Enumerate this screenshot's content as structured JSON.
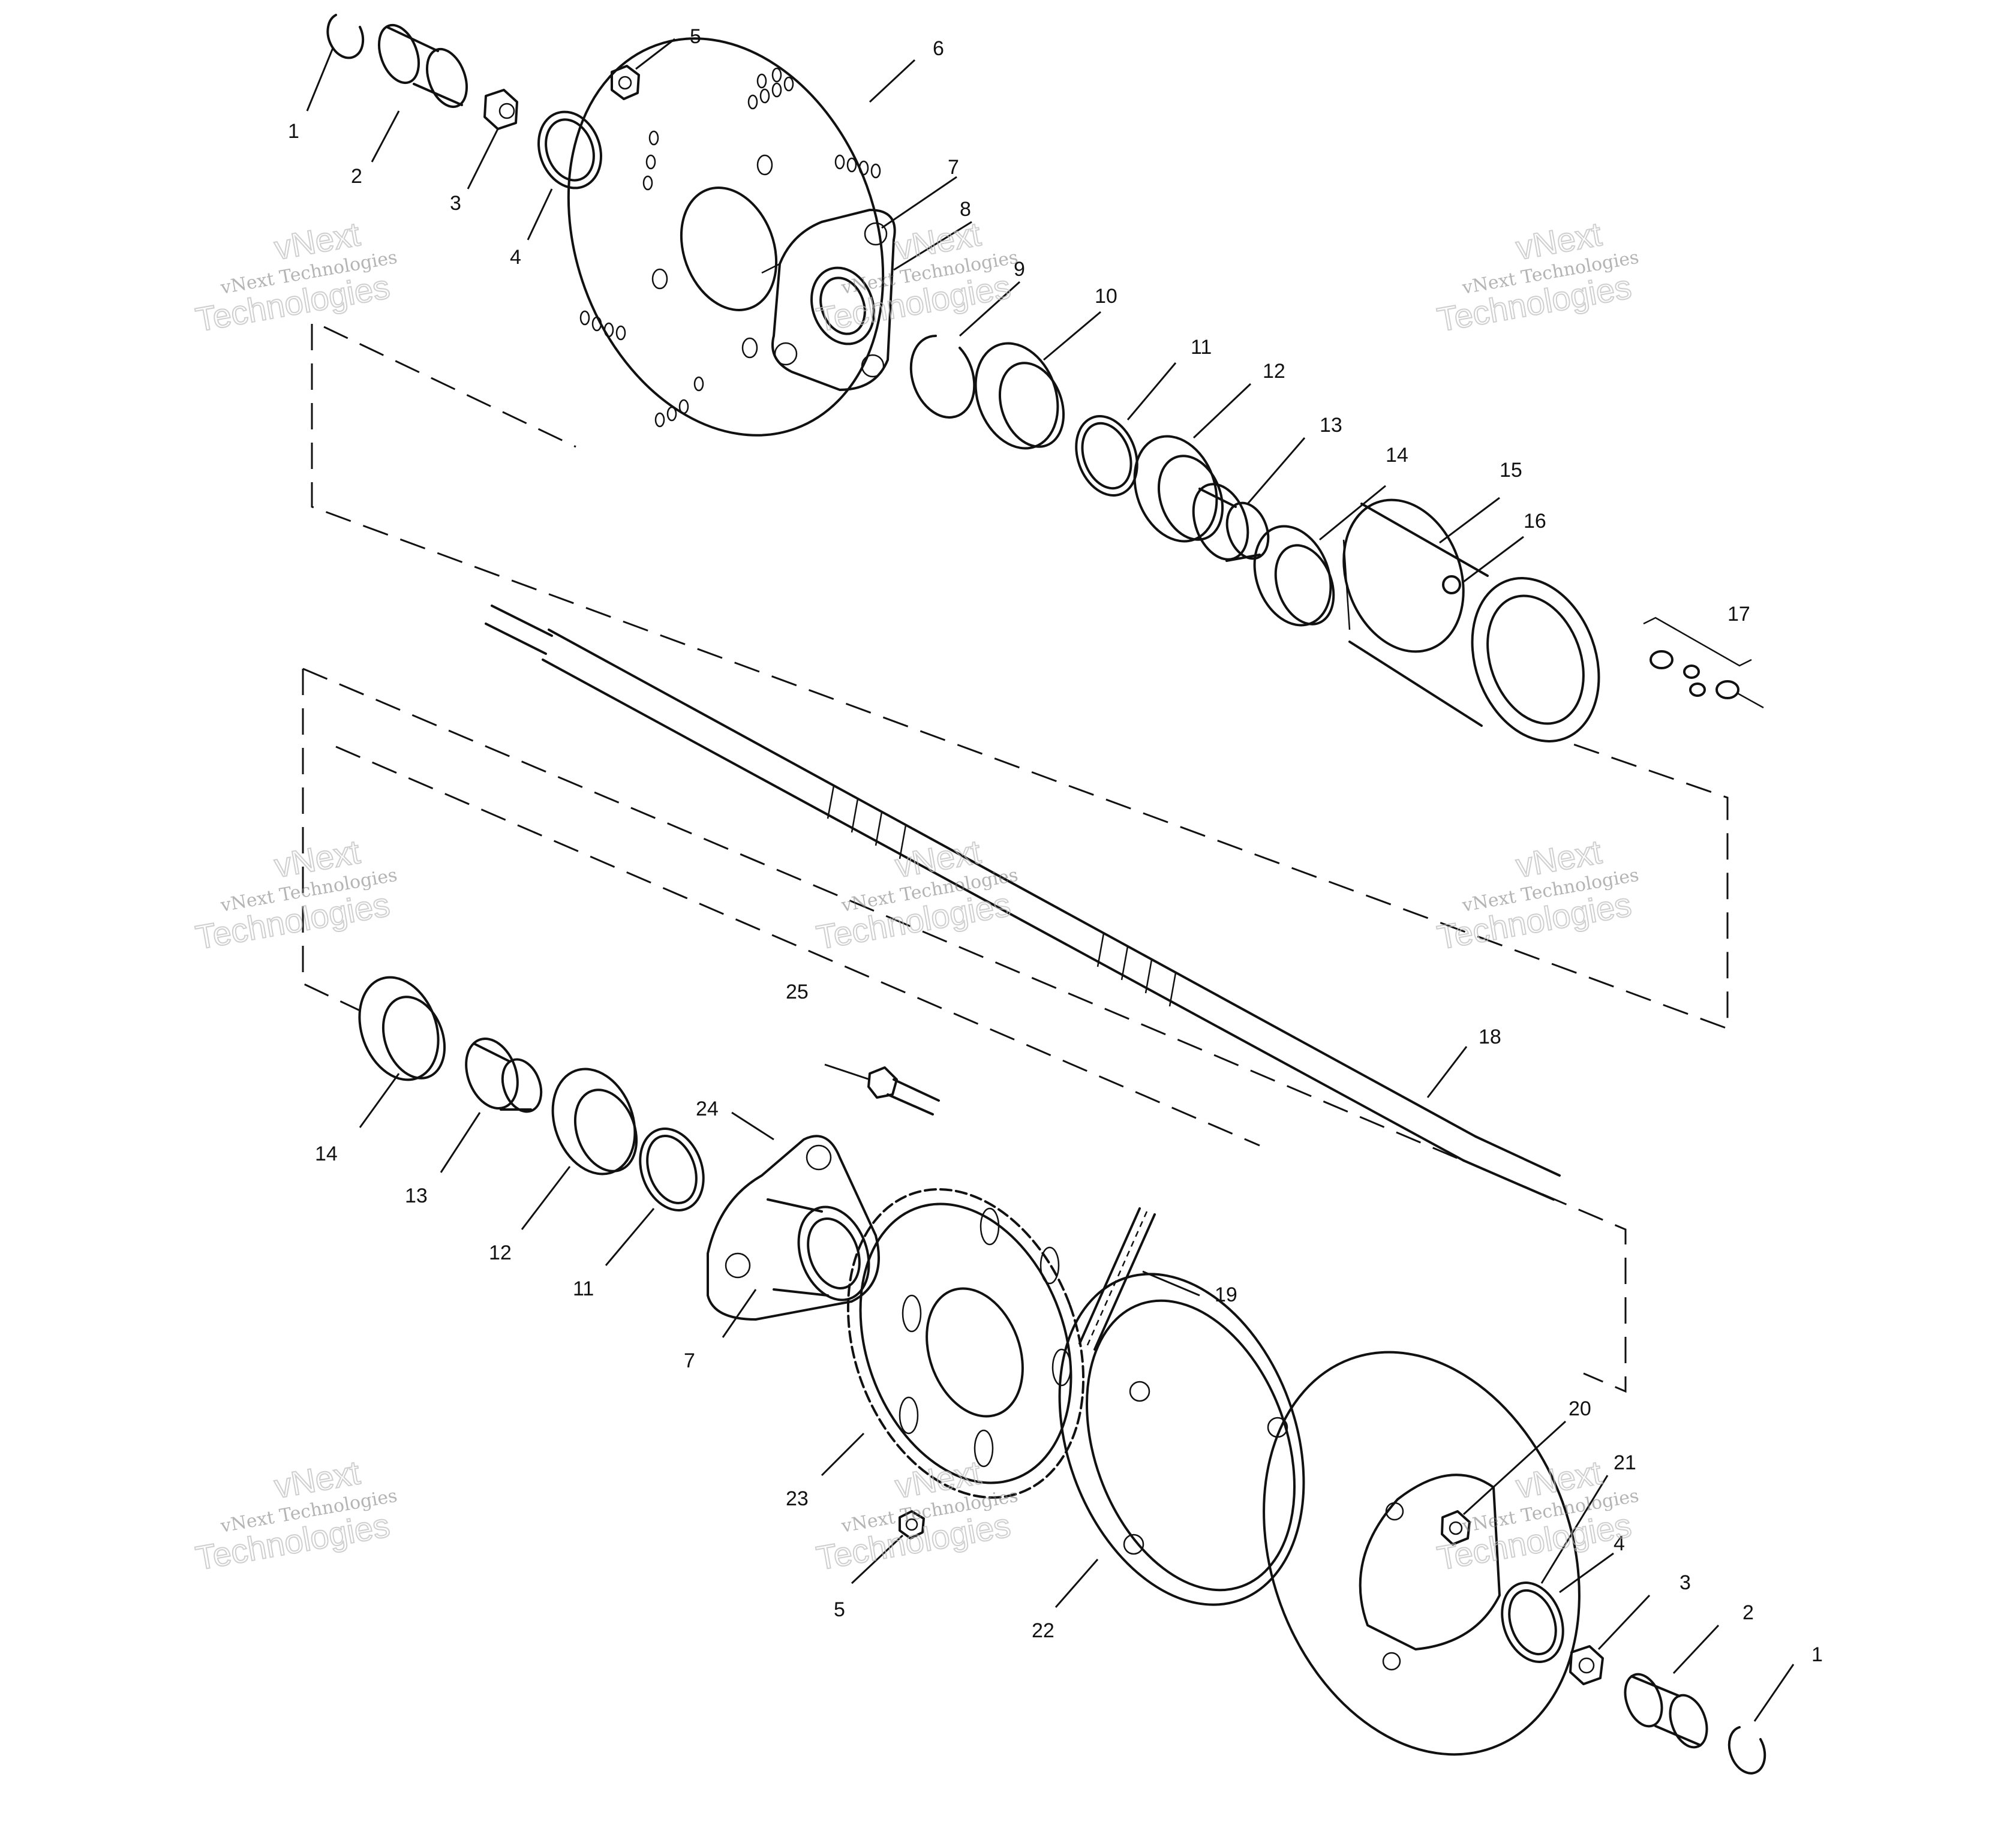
{
  "callouts": {
    "top": [
      {
        "id": "c1a",
        "label": "1"
      },
      {
        "id": "c2a",
        "label": "2"
      },
      {
        "id": "c3a",
        "label": "3"
      },
      {
        "id": "c4a",
        "label": "4"
      },
      {
        "id": "c5a",
        "label": "5"
      },
      {
        "id": "c6",
        "label": "6"
      },
      {
        "id": "c7a",
        "label": "7"
      },
      {
        "id": "c8",
        "label": "8"
      },
      {
        "id": "c9",
        "label": "9"
      },
      {
        "id": "c10",
        "label": "10"
      },
      {
        "id": "c11a",
        "label": "11"
      },
      {
        "id": "c12a",
        "label": "12"
      },
      {
        "id": "c13a",
        "label": "13"
      },
      {
        "id": "c14a",
        "label": "14"
      },
      {
        "id": "c15",
        "label": "15"
      },
      {
        "id": "c16",
        "label": "16"
      },
      {
        "id": "c17",
        "label": "17"
      },
      {
        "id": "c18",
        "label": "18"
      }
    ],
    "bottom": [
      {
        "id": "c14b",
        "label": "14"
      },
      {
        "id": "c13b",
        "label": "13"
      },
      {
        "id": "c12b",
        "label": "12"
      },
      {
        "id": "c11b",
        "label": "11"
      },
      {
        "id": "c24",
        "label": "24"
      },
      {
        "id": "c25",
        "label": "25"
      },
      {
        "id": "c7b",
        "label": "7"
      },
      {
        "id": "c19",
        "label": "19"
      },
      {
        "id": "c23",
        "label": "23"
      },
      {
        "id": "c5b",
        "label": "5"
      },
      {
        "id": "c22",
        "label": "22"
      },
      {
        "id": "c20",
        "label": "20"
      },
      {
        "id": "c21",
        "label": "21"
      },
      {
        "id": "c4b",
        "label": "4"
      },
      {
        "id": "c3b",
        "label": "3"
      },
      {
        "id": "c2b",
        "label": "2"
      },
      {
        "id": "c1b",
        "label": "1"
      }
    ]
  },
  "watermark": {
    "line1": "vNext Technologies",
    "line2": "vNext",
    "line3": "Technologies"
  }
}
